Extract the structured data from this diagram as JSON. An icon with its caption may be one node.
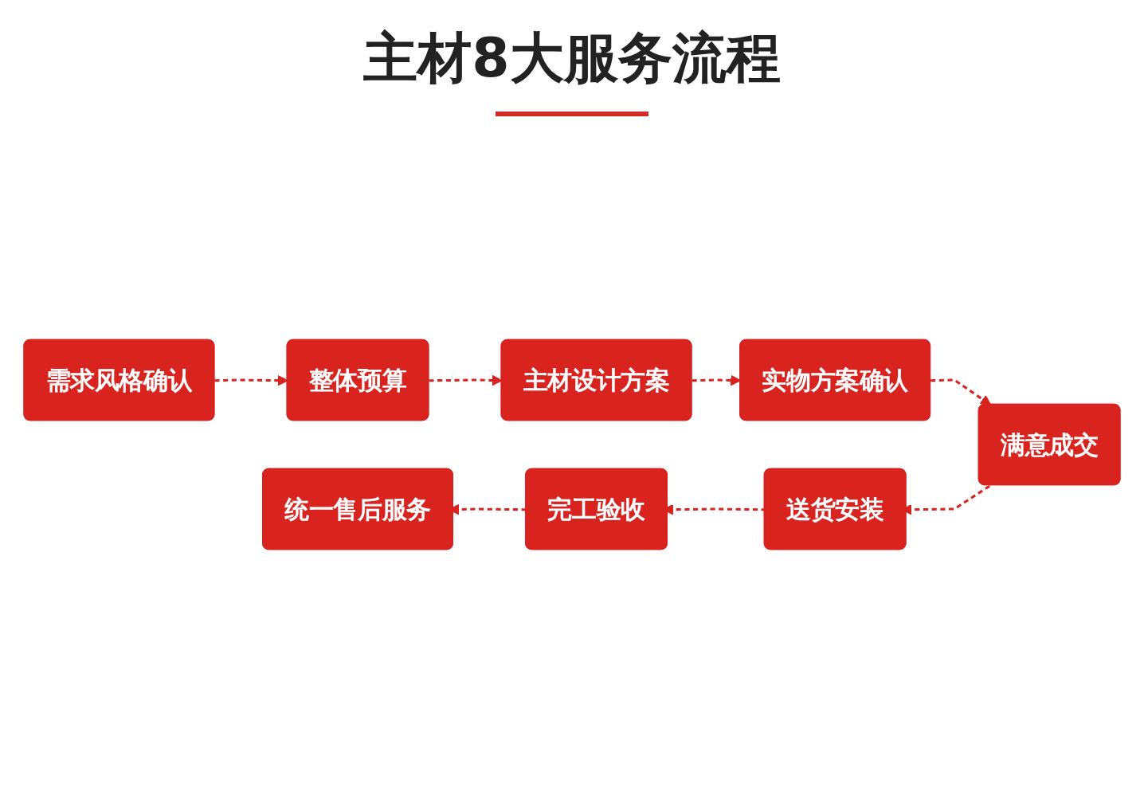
{
  "diagram": {
    "title": "主材8大服务流程",
    "nodes": [
      {
        "text": [
          "需求风格确认"
        ]
      },
      {
        "text": [
          "整体预算"
        ]
      },
      {
        "text": [
          "主材设计方案"
        ]
      },
      {
        "text": [
          "实物方案确认"
        ]
      },
      {
        "text": [
          "满意成交"
        ]
      },
      {
        "text": [
          "送货安装"
        ]
      },
      {
        "text": [
          "完工验收"
        ]
      },
      {
        "text": [
          "统一售后服务"
        ]
      }
    ],
    "edges": [
      {
        "from": 0,
        "to": 1,
        "arrow": "to",
        "style": "dashed"
      },
      {
        "from": 1,
        "to": 2,
        "arrow": "to",
        "style": "dashed"
      },
      {
        "from": 2,
        "to": 3,
        "arrow": "to",
        "style": "dashed"
      },
      {
        "from": 3,
        "to": 4,
        "arrow": "to",
        "style": "dashed"
      },
      {
        "from": 4,
        "to": 5,
        "arrow": "to",
        "style": "dashed"
      },
      {
        "from": 5,
        "to": 6,
        "arrow": "to",
        "style": "dashed"
      },
      {
        "from": 6,
        "to": 7,
        "arrow": "to",
        "style": "dashed"
      }
    ]
  }
}
